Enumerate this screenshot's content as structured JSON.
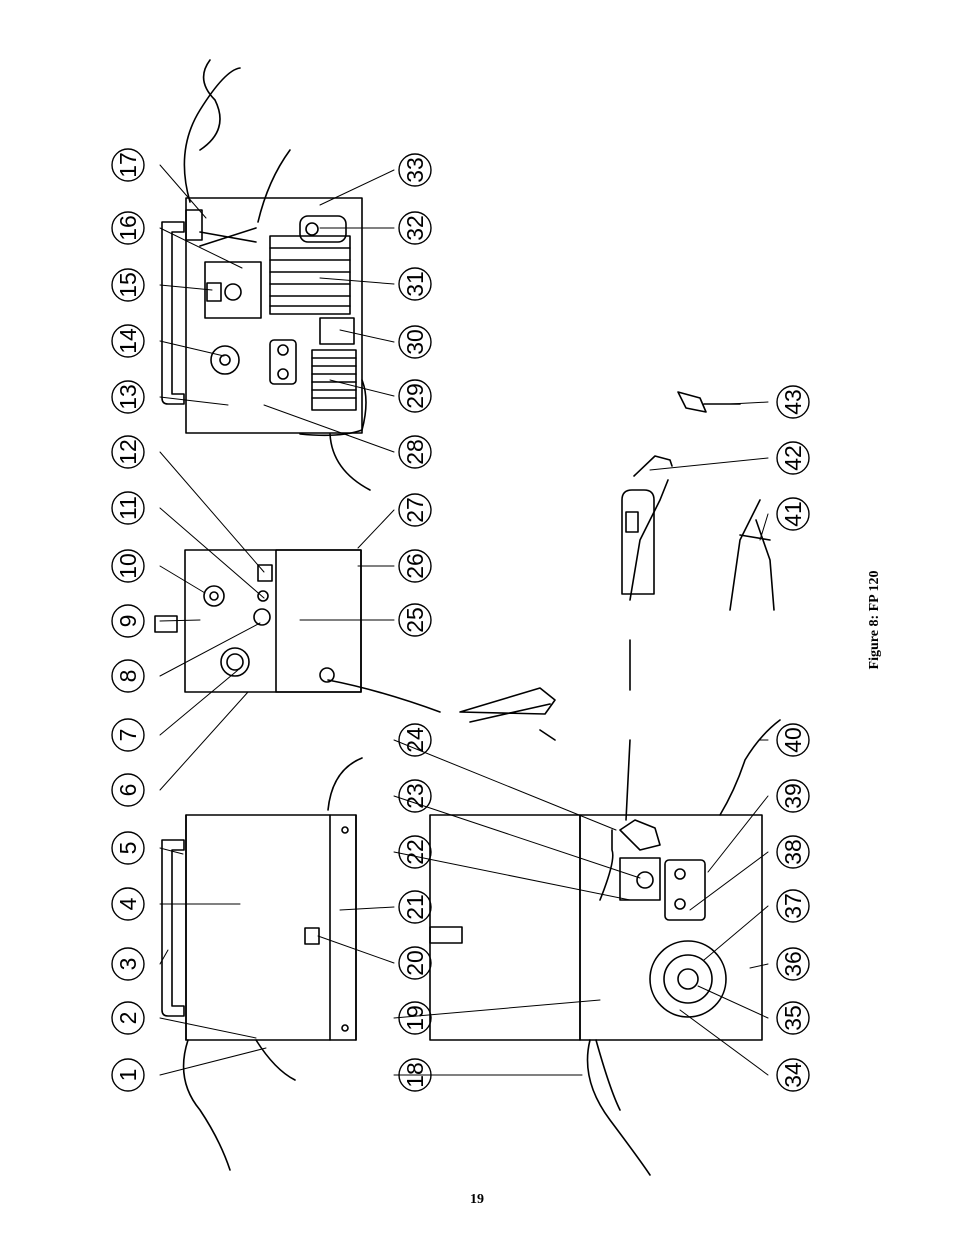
{
  "figure": {
    "caption": "Figure 8: FP 120",
    "page_number": "19"
  },
  "callouts": [
    "1",
    "2",
    "3",
    "4",
    "5",
    "6",
    "7",
    "8",
    "9",
    "10",
    "11",
    "12",
    "13",
    "14",
    "15",
    "16",
    "17",
    "18",
    "19",
    "20",
    "21",
    "22",
    "23",
    "24",
    "25",
    "26",
    "27",
    "28",
    "29",
    "30",
    "31",
    "32",
    "33",
    "34",
    "35",
    "36",
    "37",
    "38",
    "39",
    "40",
    "41",
    "42",
    "43"
  ],
  "colors": {
    "ink": "#000000",
    "paper": "#ffffff"
  }
}
